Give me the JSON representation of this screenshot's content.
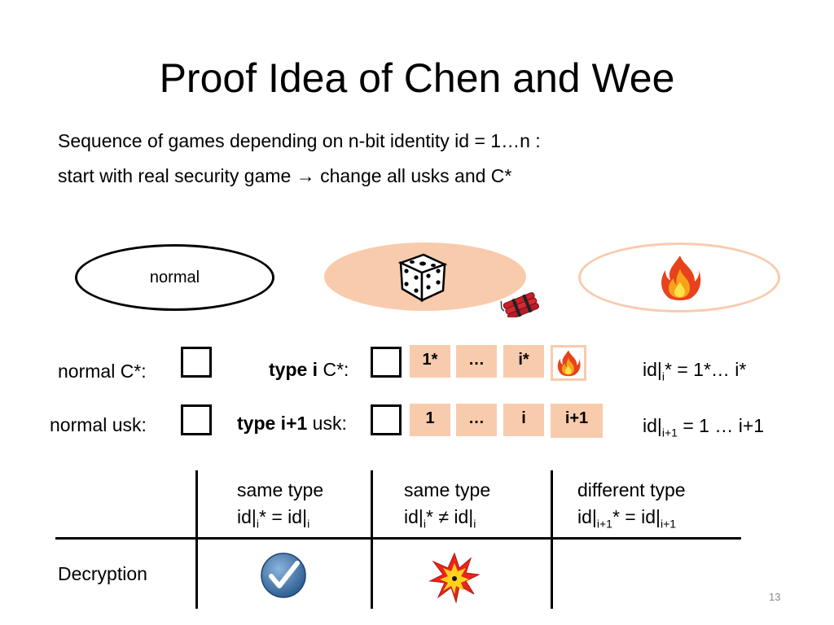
{
  "slide": {
    "title": "Proof Idea of Chen and Wee",
    "line1": "Sequence of games depending on n-bit identity id = 1…n :",
    "line2": "start with real security game → change all usks and C*",
    "page_number": "13"
  },
  "states": {
    "normal": "normal"
  },
  "rows": {
    "normal_c_label": "normal C*:",
    "normal_usk_label": "normal usk:",
    "type_i_bold": "type i",
    "type_i_rest": " C*:",
    "type_i1_bold": "type i+1",
    "type_i1_rest": " usk:",
    "c_cells": [
      "1*",
      "…",
      "i*"
    ],
    "usk_cells": [
      "1",
      "…",
      "i",
      "i+1"
    ],
    "id_c_pre": "id|",
    "id_c_sub": "i",
    "id_c_post": "* = 1*… i*",
    "id_usk_pre": "id|",
    "id_usk_sub": "i+1",
    "id_usk_post": " = 1 … i+1"
  },
  "table": {
    "col1_header": "same type",
    "col1_a": "id|",
    "col1_sub1": "i",
    "col1_b": "* =  id|",
    "col1_sub2": "i",
    "col2_header": "same type",
    "col2_a": "id|",
    "col2_sub1": "i",
    "col2_b": "* ≠  id|",
    "col2_sub2": "i",
    "col3_header": "different type",
    "col3_a": "id|",
    "col3_sub1": "i+1",
    "col3_b": "* = id|",
    "col3_sub2": "i+1",
    "row_label": "Decryption"
  },
  "colors": {
    "cell_fill": "#f8cbad",
    "ellipse_fill": "#f8cbad",
    "ellipse_border": "#f8cbad",
    "check_blue": "#4a7fb5"
  },
  "icons": [
    "dice-icon",
    "dynamite-icon",
    "fire-icon",
    "checkmark-icon",
    "explosion-icon"
  ]
}
